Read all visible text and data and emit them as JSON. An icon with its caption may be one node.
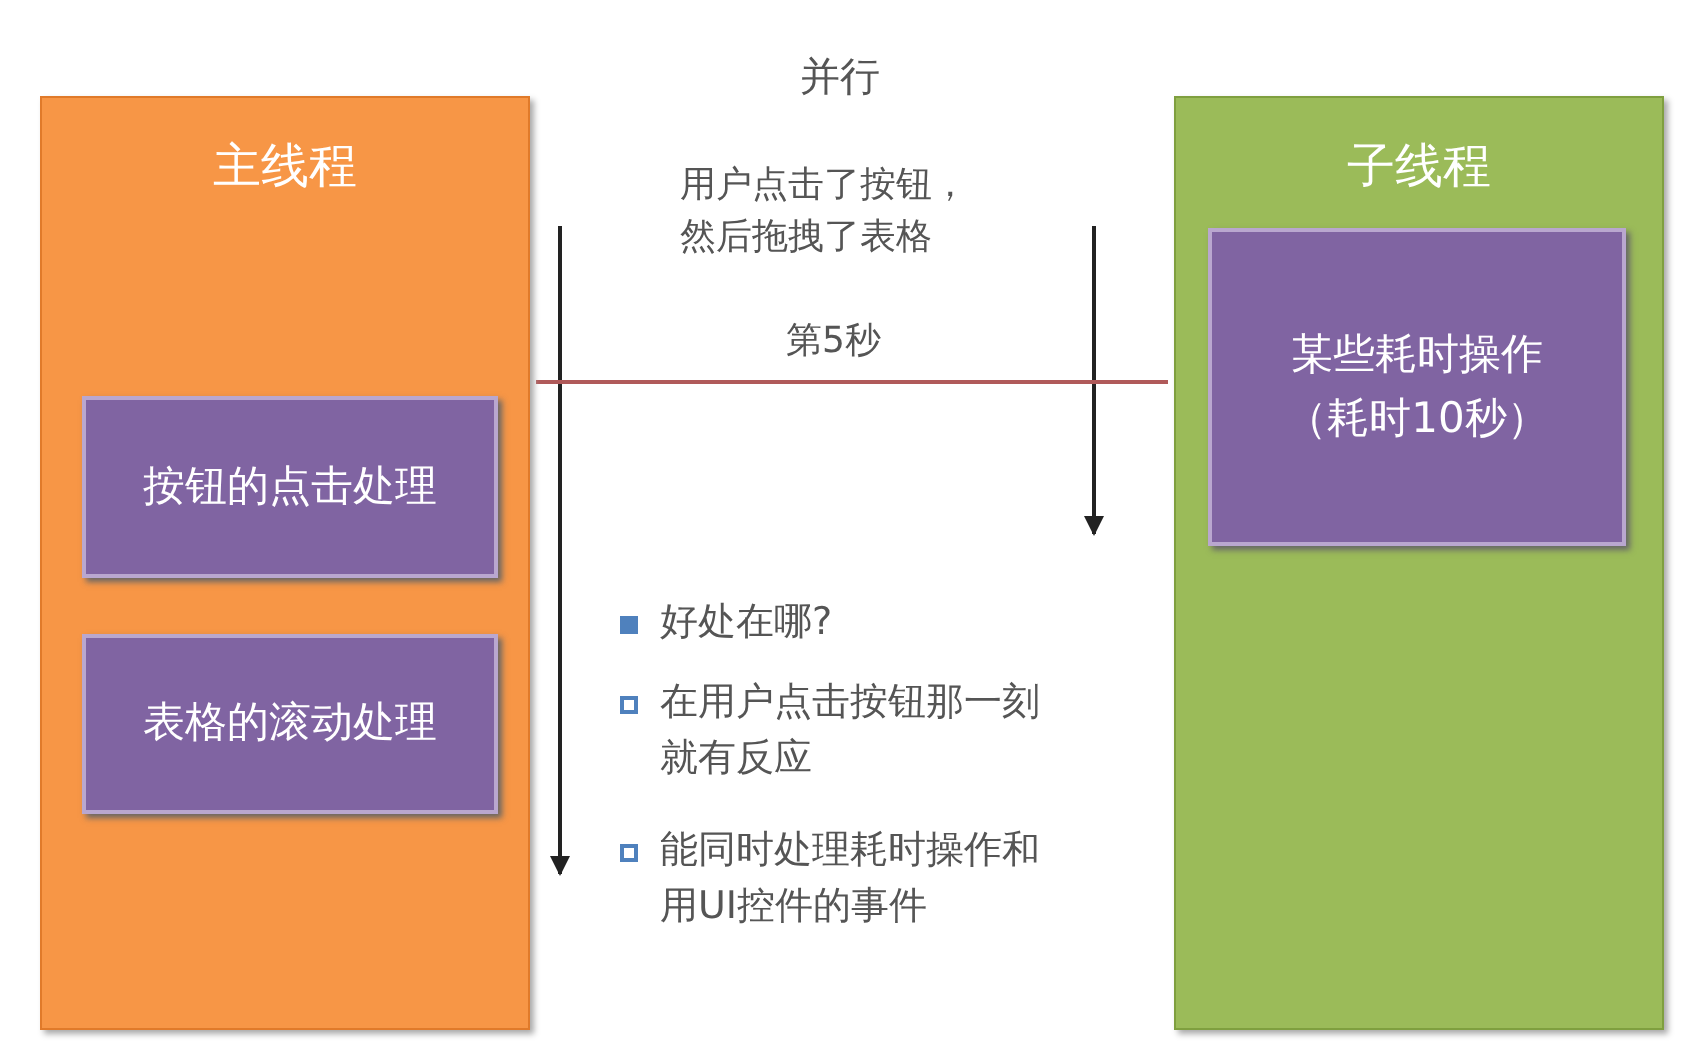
{
  "diagram": {
    "nodes": [
      {
        "text": [
          "主线程"
        ]
      },
      {
        "text": [
          "按钮的点击处理"
        ],
        "in": 0
      },
      {
        "text": [
          "表格的滚动处理"
        ],
        "in": 0
      },
      {
        "text": [
          "子线程"
        ]
      },
      {
        "text": [
          "某些耗时操作（耗时10秒）"
        ],
        "in": 3
      }
    ],
    "edges": [],
    "labels": [
      "并行",
      "用户点击了按钮，然后拖拽了表格",
      "第5秒",
      "好处在哪?",
      "在用户点击按钮那一刻就有反应",
      "能同时处理耗时操作和用UI控件的事件"
    ]
  }
}
